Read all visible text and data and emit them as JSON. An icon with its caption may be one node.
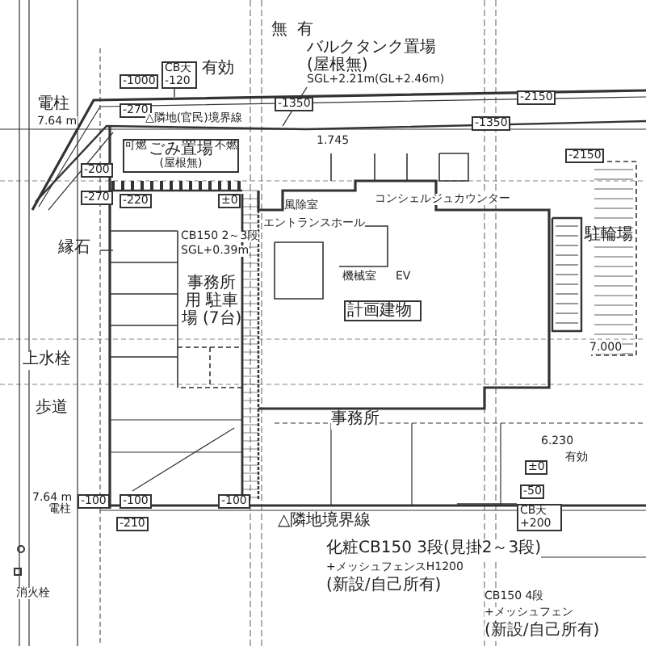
{
  "diagram": {
    "nodes": [
      {
        "text": [
          "バルクタンク置場",
          "(屋根無)",
          "SGL+2.21m(GL+2.46m)"
        ]
      },
      {
        "text": [
          "CB天",
          "-120"
        ]
      },
      {
        "text": [
          "可燃",
          "ごみ置場",
          "不燃",
          "(屋根無)"
        ]
      },
      {
        "text": [
          "縁石"
        ]
      },
      {
        "text": [
          "事務所用 駐車場 (7台)"
        ]
      },
      {
        "text": [
          "計画建物"
        ]
      },
      {
        "text": [
          "CB天",
          "+200"
        ]
      },
      {
        "text": [
          "駐輪場"
        ]
      }
    ],
    "edges": [
      {
        "from": 0,
        "to": null,
        "arrow": "none"
      },
      {
        "from": 1,
        "to": null,
        "arrow": "none"
      },
      {
        "from": 3,
        "to": null,
        "arrow": "none"
      },
      {
        "from": 6,
        "to": null,
        "arrow": "none"
      }
    ],
    "labels": [
      "無",
      "有",
      "有効",
      "-1000",
      "電柱",
      "7.64 m",
      "-270",
      "△隣地(官民)境界線",
      "-1350",
      "-2150",
      "-1350",
      "-2150",
      "-200",
      "-270",
      "-220",
      "±0",
      "1.745",
      "エントランスホール",
      "コンシェルジュカウンター",
      "風除室",
      "機械室",
      "CB150 2～3段",
      "SGL+0.39m",
      "上水栓",
      "歩道",
      "事務所",
      "7.000",
      "EV",
      "7.64 m",
      "-100",
      "-100",
      "-100",
      "-210",
      "△隣地境界線",
      "電柱",
      "消火栓",
      "6.230",
      "有効",
      "±0",
      "-50",
      "化粧CB150 3段(見掛2～3段)",
      "+メッシュフェンスH1200",
      "(新設/自己所有)",
      "CB150 4段",
      "+メッシュフェン",
      "(新設/自己所有)"
    ]
  }
}
